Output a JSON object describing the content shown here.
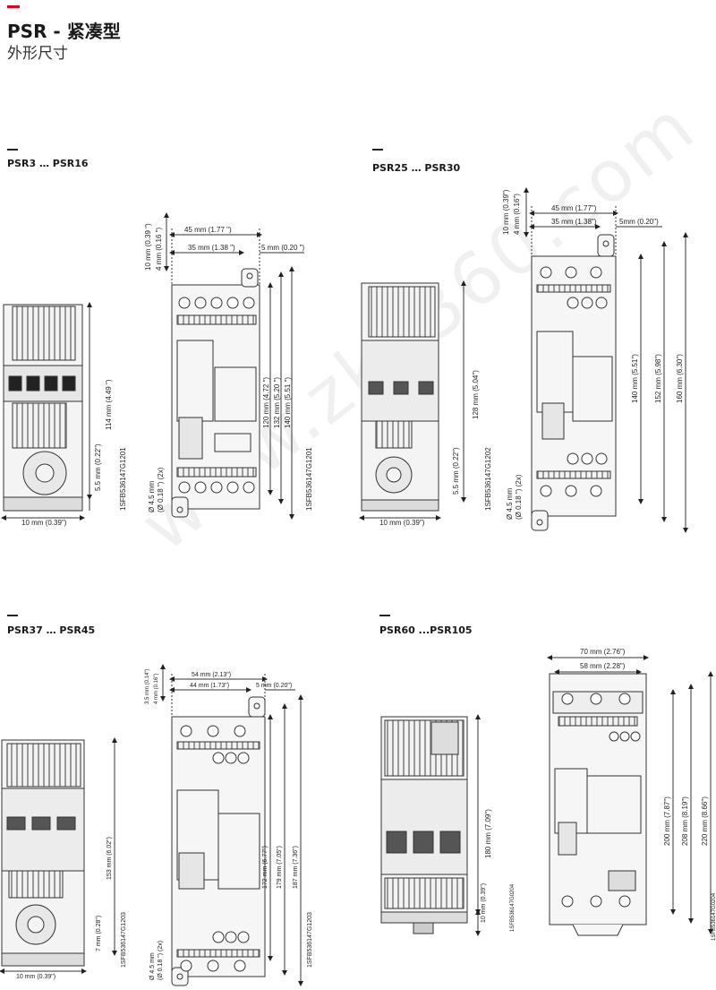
{
  "header": {
    "title": "PSR - 紧凑型",
    "subtitle": "外形尺寸"
  },
  "watermark": "www.zkh360.com",
  "sections": [
    {
      "label": "PSR3 … PSR16",
      "dims": {
        "w45": "45 mm (1.77 \")",
        "w35": "35 mm (1.38 \")",
        "w5": "5 mm (0.20 \")",
        "h10": "10 mm (0.39 \")",
        "h4": "4 mm (0.16 \")",
        "h120": "120 mm (4.72 \")",
        "h132": "132 mm (5.20 \")",
        "h140": "140 mm (5.51 \")",
        "h114": "114 mm (4.49 \")",
        "h55": "5.5 mm (0.22\")",
        "w10": "10 mm (0.39\")",
        "hole1": "Ø 4.5 mm",
        "hole2": "(Ø 0.18 \") (2x)",
        "code": "1SFB536147G1201"
      }
    },
    {
      "label": "PSR25 … PSR30",
      "dims": {
        "w45": "45 mm (1.77\")",
        "w35": "35 mm (1.38\")",
        "w5": "5mm (0.20\")",
        "h10": "10 mm (0.39\")",
        "h4": "4 mm (0.16\")",
        "h140": "140 mm (5.51\")",
        "h152": "152 mm (5.98\")",
        "h160": "160 mm (6.30\")",
        "h128": "128 mm (5.04\")",
        "h55": "5.5 mm (0.22\")",
        "w10": "10 mm (0.39\")",
        "hole1": "Ø 4.5 mm",
        "hole2": "(Ø 0.18 \") (2x)",
        "code": "1SFB536147G1202"
      }
    },
    {
      "label": "PSR37 … PSR45",
      "dims": {
        "w54": "54 mm (2.13\")",
        "w44": "44 mm (1.73\")",
        "w5": "5 mm (0.20\")",
        "h35": "3.5 mm (0.14\")",
        "h4": "4 mm (0.16\")",
        "h172": "172 mm (6.77\")",
        "h179": "179 mm (7.05\")",
        "h187": "187 mm (7.36\")",
        "h153": "153 mm (6.02\")",
        "h7": "7 mm (0.28\")",
        "w10": "10 mm (0.39\")",
        "hole1": "Ø 4.5 mm",
        "hole2": "(Ø 0.18 \") (2x)",
        "code": "1SFB536147G1203"
      }
    },
    {
      "label": "PSR60 ...PSR105",
      "dims": {
        "w70": "70 mm (2.76\")",
        "w58": "58 mm (2.28\")",
        "h200": "200 mm (7.87\")",
        "h208": "208 mm (8.19\")",
        "h220": "220 mm (8.66\")",
        "h180": "180 mm (7.09\")",
        "h10": "10 mm (0.39\")",
        "code": "1SFB536147G0204"
      }
    }
  ]
}
